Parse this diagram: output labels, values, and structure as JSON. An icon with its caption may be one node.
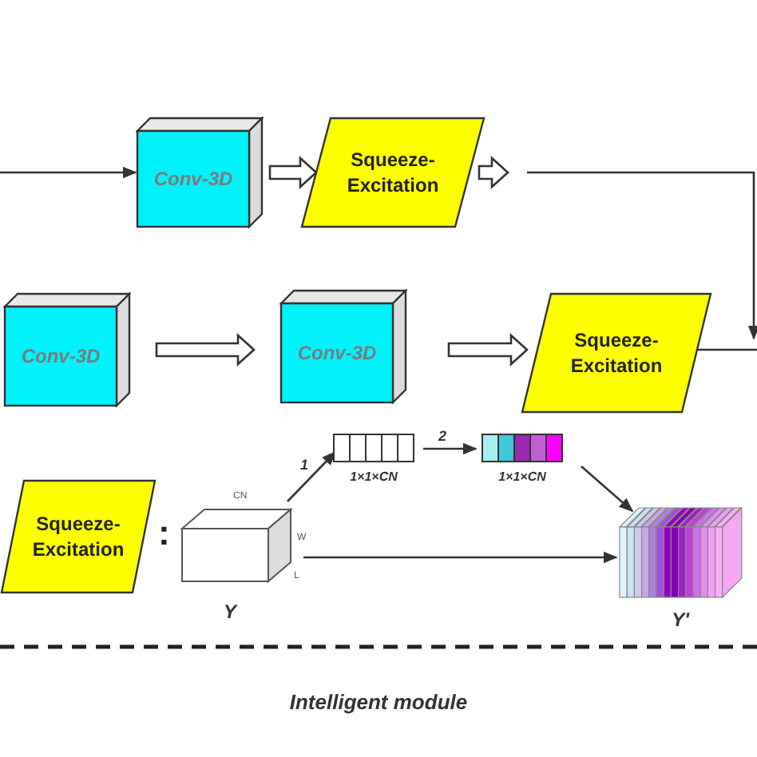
{
  "diagram": {
    "caption": "Intelligent module",
    "nodes": [
      {
        "text": [
          "Conv-3D"
        ]
      },
      {
        "text": [
          "Squeeze-Excitation"
        ]
      },
      {
        "text": [
          "Conv-3D"
        ]
      },
      {
        "text": [
          "Conv-3D"
        ]
      },
      {
        "text": [
          "Squeeze-Excitation"
        ]
      },
      {
        "text": [
          "Squeeze-Excitation"
        ]
      },
      {
        "text": [
          "Y"
        ],
        "beside": [
          "CN",
          "W",
          "L"
        ]
      },
      {
        "text": [
          "1×1×CN"
        ]
      },
      {
        "text": [
          "1×1×CN"
        ]
      },
      {
        "text": [
          "Y'"
        ]
      }
    ],
    "edges": [
      {
        "from": null,
        "to": 0,
        "arrow": "to"
      },
      {
        "from": 0,
        "to": 1,
        "arrow": "to",
        "style": "thick"
      },
      {
        "from": 1,
        "to": null,
        "arrow": "to",
        "style": "thick"
      },
      {
        "from": 2,
        "to": 3,
        "arrow": "to",
        "style": "thick"
      },
      {
        "from": 3,
        "to": 4,
        "arrow": "to",
        "style": "thick"
      },
      {
        "from": 4,
        "to": null,
        "arrow": "none"
      },
      {
        "from": 6,
        "to": 7,
        "arrow": "to",
        "label": "1"
      },
      {
        "from": 7,
        "to": 8,
        "arrow": "to",
        "label": "2"
      },
      {
        "from": 8,
        "to": 9,
        "arrow": "to"
      },
      {
        "from": 6,
        "to": 9,
        "arrow": "to"
      }
    ],
    "labels": [
      ":"
    ]
  }
}
